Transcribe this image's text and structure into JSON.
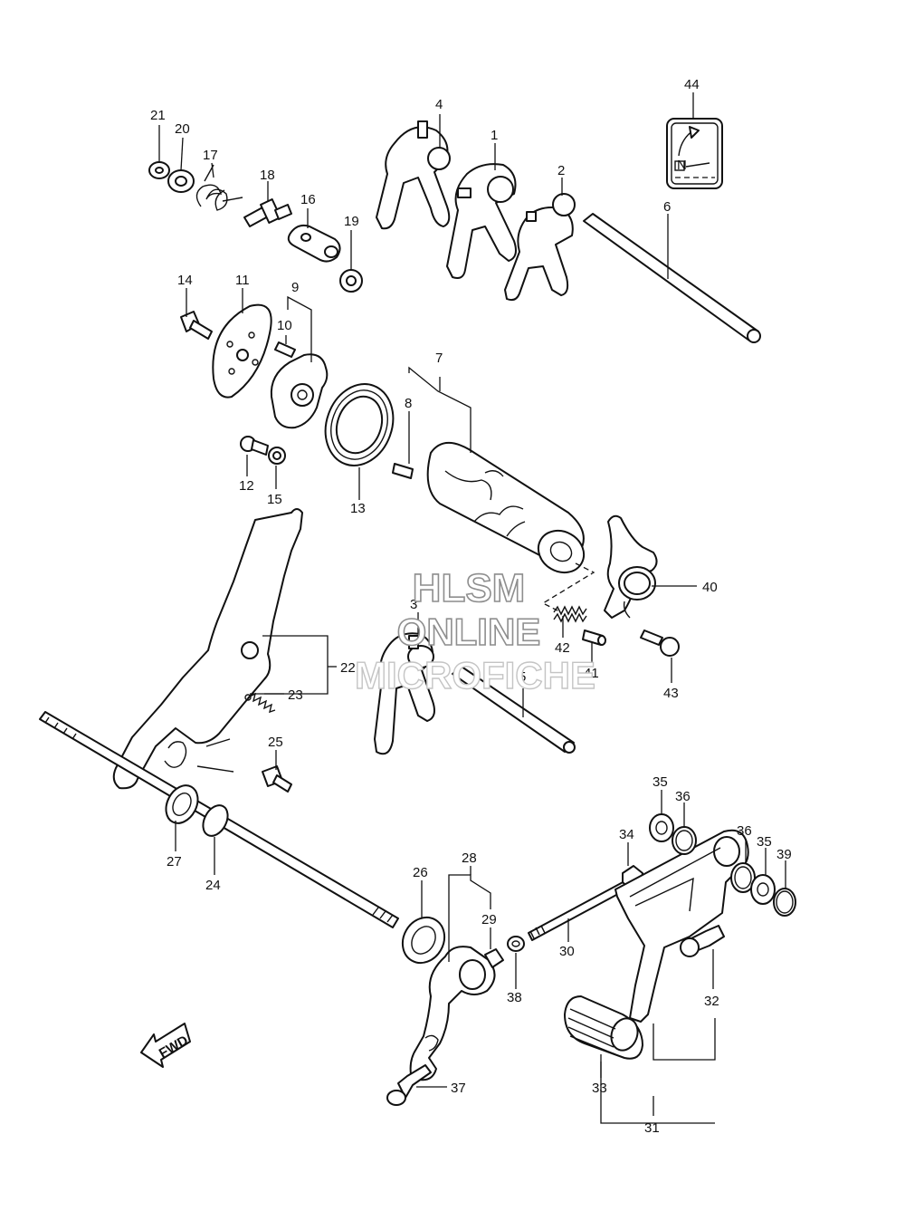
{
  "watermark": {
    "line1": "HLSM",
    "line2": "ONLINE",
    "line3": "MICROFICHE"
  },
  "badges": {
    "fwd": "FWD",
    "neutral": "N"
  },
  "callouts": {
    "c1": "1",
    "c2": "2",
    "c3": "3",
    "c4": "4",
    "c5": "5",
    "c6": "6",
    "c7": "7",
    "c8": "8",
    "c9": "9",
    "c10": "10",
    "c11": "11",
    "c12": "12",
    "c13": "13",
    "c14": "14",
    "c15": "15",
    "c16": "16",
    "c17": "17",
    "c18": "18",
    "c19": "19",
    "c20": "20",
    "c21": "21",
    "c22": "22",
    "c23": "23",
    "c24": "24",
    "c25": "25",
    "c26": "26",
    "c27": "27",
    "c28": "28",
    "c29": "29",
    "c30": "30",
    "c31": "31",
    "c32": "32",
    "c33": "33",
    "c34": "34",
    "c35a": "35",
    "c35b": "35",
    "c36a": "36",
    "c36b": "36",
    "c37": "37",
    "c38": "38",
    "c39": "39",
    "c40": "40",
    "c41": "41",
    "c42": "42",
    "c43": "43",
    "c44": "44"
  },
  "colors": {
    "line": "#111111",
    "watermark_outline": "#8e8e8e",
    "watermark_faint": "#c4c4c4",
    "background": "#ffffff"
  }
}
